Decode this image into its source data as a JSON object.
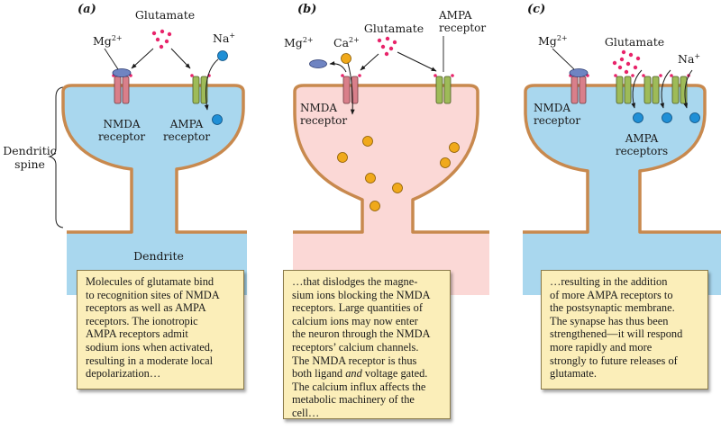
{
  "panels": {
    "a": {
      "letter": "(a)",
      "glutamate": "Glutamate",
      "mg": "Mg",
      "mg_sup": "2+",
      "na": "Na",
      "na_sup": "+",
      "nmda_1": "NMDA",
      "nmda_2": "receptor",
      "ampa_1": "AMPA",
      "ampa_2": "receptor",
      "dendrite": "Dendrite",
      "caption": "Molecules of glutamate bind\nto recognition sites of NMDA\nreceptors as well as AMPA\nreceptors. The ionotropic\nAMPA receptors admit\nsodium ions when activated,\nresulting in a moderate local\ndepolarization…"
    },
    "b": {
      "letter": "(b)",
      "glutamate": "Glutamate",
      "mg": "Mg",
      "mg_sup": "2+",
      "ca": "Ca",
      "ca_sup": "2+",
      "ampa_1": "AMPA",
      "ampa_2": "receptor",
      "nmda_1": "NMDA",
      "nmda_2": "receptor",
      "caption_before": "…that dislodges the magne-\nsium ions blocking the NMDA\nreceptors. Large quantities of\ncalcium ions may now enter\nthe neuron through the NMDA\nreceptors’ calcium channels.\nThe NMDA receptor is thus\nboth ligand ",
      "caption_italic": "and",
      "caption_after": " voltage gated.\nThe calcium influx affects the\nmetabolic machinery of the\ncell…"
    },
    "c": {
      "letter": "(c)",
      "glutamate": "Glutamate",
      "mg": "Mg",
      "mg_sup": "2+",
      "na": "Na",
      "na_sup": "+",
      "nmda_1": "NMDA",
      "nmda_2": "receptor",
      "ampa_1": "AMPA",
      "ampa_2": "receptors",
      "caption": "…resulting in the addition\nof more AMPA receptors to\nthe postsynaptic membrane.\nThe synapse has thus been\nstrengthened—it will respond\nmore rapidly and more\nstrongly to future releases of\nglutamate."
    }
  },
  "side_label_1": "Dendritic",
  "side_label_2": "spine",
  "colors": {
    "cytoplasm_normal": "#a9d7ee",
    "cytoplasm_calcium": "#fbd8d6",
    "membrane": "#c8894e",
    "nmda_receptor": "#d97f8a",
    "ampa_receptor": "#9ebb58",
    "mg_ion": "#6f84c2",
    "na_ion": "#1f8fd6",
    "ca_ion": "#f0a91b",
    "glutamate": "#e8246a",
    "caption_bg": "#fbeeb9"
  }
}
